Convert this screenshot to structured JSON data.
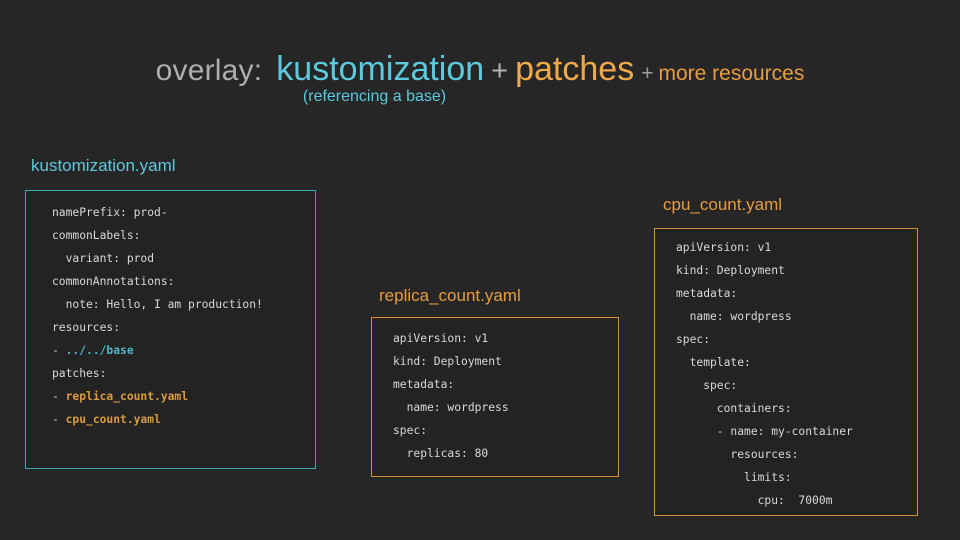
{
  "slide": {
    "background_color": "#262626",
    "heading": {
      "prefix": "overlay:",
      "term_primary": "kustomization",
      "plus_1": "+",
      "term_secondary": "patches",
      "plus_2": "+",
      "tail": "more resources",
      "subtitle": "(referencing a base)",
      "colors": {
        "prefix": "#aeaeae",
        "term_primary": "#5cc9dc",
        "plus": "#b2b2b2",
        "term_secondary": "#f0a94a",
        "tail": "#e79c3e",
        "subtitle": "#5cc9dc"
      }
    },
    "cards": [
      {
        "id": "kustomization",
        "label": "kustomization.yaml",
        "accent_color": "#3ea7b5",
        "label_color": "#5cc9dc",
        "lines": [
          [
            {
              "t": "namePrefix: prod-",
              "c": "plain"
            }
          ],
          [
            {
              "t": "commonLabels:",
              "c": "plain"
            }
          ],
          [
            {
              "t": "  variant: prod",
              "c": "plain"
            }
          ],
          [
            {
              "t": "commonAnnotations:",
              "c": "plain"
            }
          ],
          [
            {
              "t": "  note: Hello, I am production!",
              "c": "plain"
            }
          ],
          [
            {
              "t": "resources:",
              "c": "plain"
            }
          ],
          [
            {
              "t": "- ",
              "c": "dim"
            },
            {
              "t": "../../base",
              "c": "teal"
            }
          ],
          [
            {
              "t": "patches:",
              "c": "plain"
            }
          ],
          [
            {
              "t": "- ",
              "c": "dim"
            },
            {
              "t": "replica_count.yaml",
              "c": "amber"
            }
          ],
          [
            {
              "t": "- ",
              "c": "dim"
            },
            {
              "t": "cpu_count.yaml",
              "c": "amber"
            }
          ]
        ]
      },
      {
        "id": "replica",
        "label": "replica_count.yaml",
        "accent_color": "#d98f3c",
        "label_color": "#e79c3e",
        "lines": [
          [
            {
              "t": "apiVersion: v1",
              "c": "plain"
            }
          ],
          [
            {
              "t": "kind: Deployment",
              "c": "plain"
            }
          ],
          [
            {
              "t": "metadata:",
              "c": "plain"
            }
          ],
          [
            {
              "t": "  name: wordpress",
              "c": "plain"
            }
          ],
          [
            {
              "t": "spec:",
              "c": "plain"
            }
          ],
          [
            {
              "t": "  replicas: 80",
              "c": "plain"
            }
          ]
        ]
      },
      {
        "id": "cpu",
        "label": "cpu_count.yaml",
        "accent_color": "#d98f3c",
        "label_color": "#e79c3e",
        "lines": [
          [
            {
              "t": "apiVersion: v1",
              "c": "plain"
            }
          ],
          [
            {
              "t": "kind: Deployment",
              "c": "plain"
            }
          ],
          [
            {
              "t": "metadata:",
              "c": "plain"
            }
          ],
          [
            {
              "t": "  name: wordpress",
              "c": "plain"
            }
          ],
          [
            {
              "t": "spec:",
              "c": "plain"
            }
          ],
          [
            {
              "t": "  template:",
              "c": "plain"
            }
          ],
          [
            {
              "t": "    spec:",
              "c": "plain"
            }
          ],
          [
            {
              "t": "      containers:",
              "c": "plain"
            }
          ],
          [
            {
              "t": "      - name: my-container",
              "c": "plain"
            }
          ],
          [
            {
              "t": "        resources:",
              "c": "plain"
            }
          ],
          [
            {
              "t": "          limits:",
              "c": "plain"
            }
          ],
          [
            {
              "t": "            cpu:  7000m",
              "c": "plain"
            }
          ]
        ]
      }
    ]
  }
}
